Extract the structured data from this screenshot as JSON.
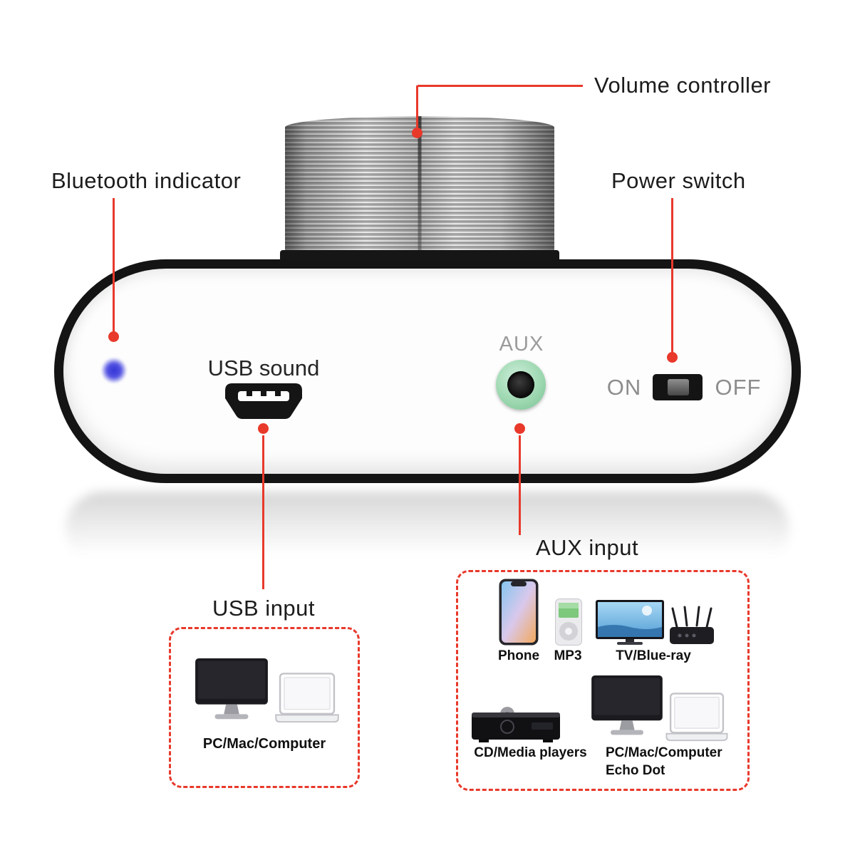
{
  "colors": {
    "annotation_red": "#e8392b",
    "led_blue": "#3c3cd9",
    "aux_ring_green": "#a7dcb9",
    "device_border": "#141414"
  },
  "callouts": {
    "volume": {
      "label": "Volume controller"
    },
    "bluetooth": {
      "label": "Bluetooth indicator"
    },
    "power": {
      "label": "Power switch"
    },
    "usb": {
      "label": "USB input"
    },
    "aux": {
      "label": "AUX input"
    }
  },
  "device": {
    "usb_port_label": "USB sound",
    "aux_jack_label": "AUX",
    "power_on_label": "ON",
    "power_off_label": "OFF"
  },
  "usb_box": {
    "caption": "PC/Mac/Computer",
    "icons": [
      "desktop-monitor-icon",
      "laptop-icon"
    ]
  },
  "aux_box": {
    "phone_label": "Phone",
    "mp3_label": "MP3",
    "tv_label": "TV/Blue-ray",
    "cd_label": "CD/Media players",
    "pc_label": "PC/Mac/Computer",
    "echo_label": "Echo Dot",
    "icons": [
      "smartphone-icon",
      "mp3-player-icon",
      "tv-icon",
      "router-icon",
      "cd-player-icon",
      "desktop-monitor-icon",
      "laptop-icon"
    ]
  }
}
